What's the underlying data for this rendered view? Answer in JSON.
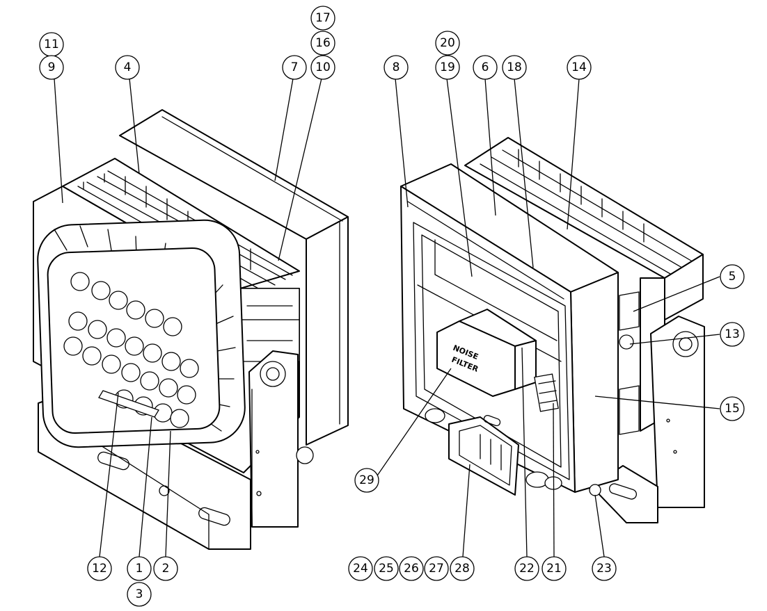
{
  "noise_filter_label": {
    "line1": "NOISE",
    "line2": "FILTER"
  },
  "callouts": {
    "c11": "11",
    "c9": "9",
    "c4": "4",
    "c17": "17",
    "c16": "16",
    "c10": "10",
    "c7": "7",
    "c20": "20",
    "c8": "8",
    "c19": "19",
    "c6": "6",
    "c18": "18",
    "c14": "14",
    "c5": "5",
    "c13": "13",
    "c15": "15",
    "c29": "29",
    "c12": "12",
    "c1": "1",
    "c3": "3",
    "c2": "2",
    "c24": "24",
    "c25": "25",
    "c26": "26",
    "c27": "27",
    "c28": "28",
    "c22": "22",
    "c21": "21",
    "c23": "23"
  }
}
